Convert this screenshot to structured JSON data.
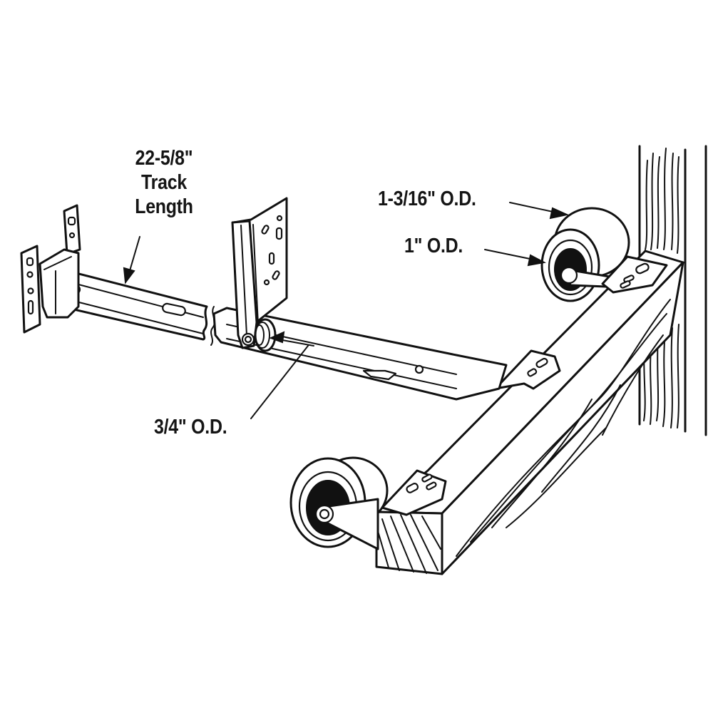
{
  "diagram": {
    "title": "Sliding closet door bottom track and roller assembly",
    "colors": {
      "ink": "#111111",
      "background": "#ffffff"
    },
    "labels": {
      "track_length": {
        "line1": "22-5/8\"",
        "line2": "Track",
        "line3": "Length"
      },
      "large_roller": "1-3/16\" O.D.",
      "small_roller": "1\" O.D.",
      "track_roller": "3/4\" O.D."
    },
    "components": [
      "wall-mount-bracket",
      "sliding-track",
      "vertical-door-bracket",
      "track-roller",
      "wood-door-bottom-rail",
      "upper-roller-wheel",
      "lower-roller-wheel",
      "door-jamb-wall"
    ]
  }
}
